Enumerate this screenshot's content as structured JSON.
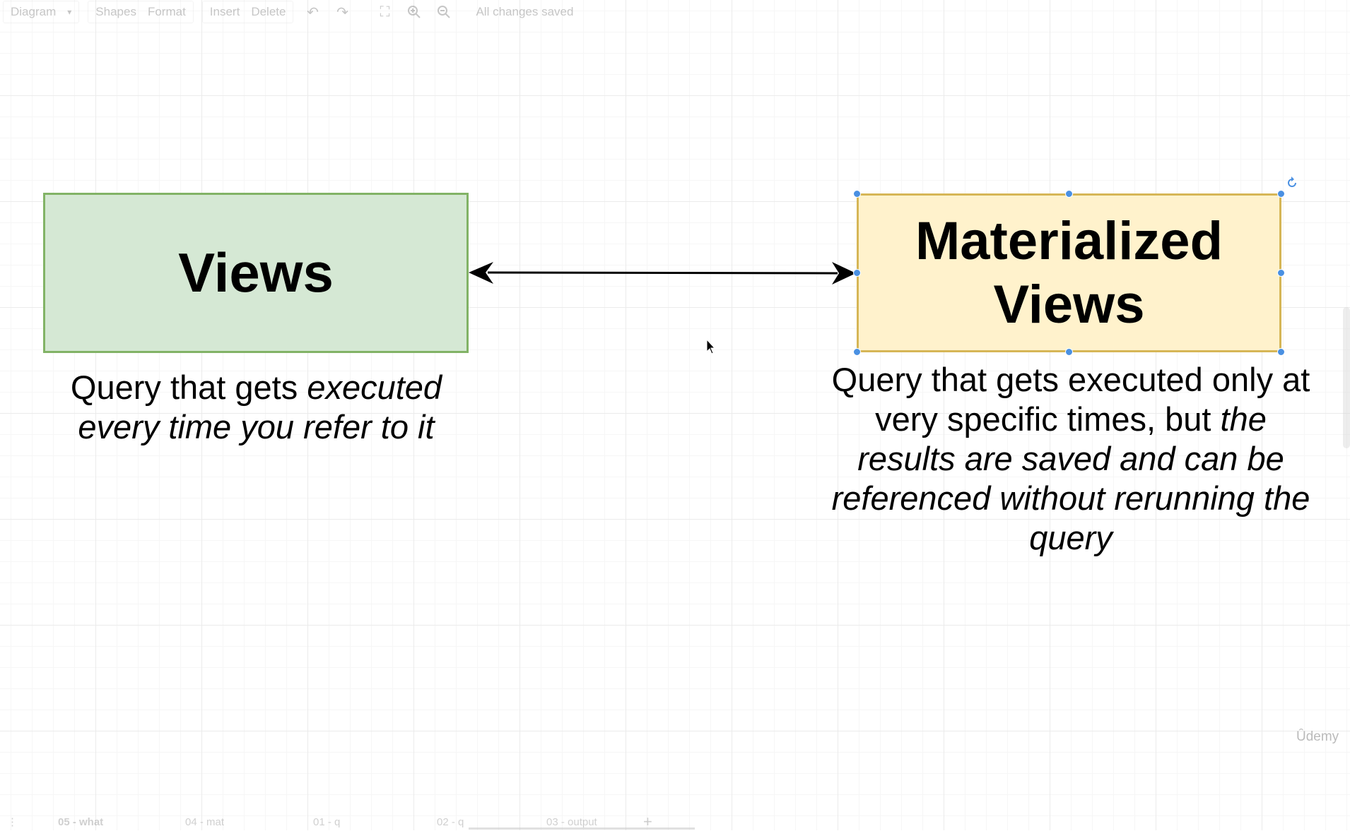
{
  "toolbar": {
    "diagram_menu": "Diagram",
    "shapes": "Shapes",
    "format": "Format",
    "insert": "Insert",
    "delete": "Delete",
    "status": "All changes saved",
    "icons": [
      "undo-icon",
      "redo-icon",
      "fullscreen-icon",
      "zoom-in-icon",
      "zoom-out-icon"
    ]
  },
  "diagram": {
    "views": {
      "title": "Views",
      "fill": "#d5e8d4",
      "stroke": "#82b366",
      "description_plain": "Query that gets ",
      "description_italic": "executed every time you refer to it"
    },
    "materialized_views": {
      "title": "Materialized Views",
      "fill": "#fff2cc",
      "stroke": "#d6b656",
      "description_plain": "Query that gets executed only at very specific times, but ",
      "description_italic": "the results are saved and can be referenced without rerunning the query",
      "selected": true
    },
    "connector": {
      "type": "bidirectional-arrow",
      "color": "#000000"
    },
    "selection_color": "#4a90e2"
  },
  "pages": {
    "tabs": [
      "05 - what",
      "04 - mat",
      "01 - q",
      "02 - q",
      "03 - output"
    ],
    "active_index": 0,
    "add_label": "+",
    "menu_label": "⋮"
  },
  "watermark": "Ûdemy"
}
